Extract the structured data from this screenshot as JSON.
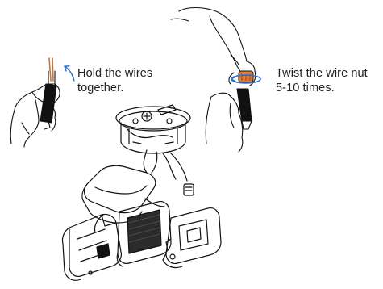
{
  "captions": {
    "hold": [
      "Hold the wires",
      "together."
    ],
    "twist": [
      "Twist the wire nut",
      "5-10 times."
    ]
  },
  "illustration": {
    "icons": [
      "hand-holding-wires-icon",
      "curved-arrow-icon",
      "hand-twisting-wire-nut-icon",
      "rotation-arrow-icon",
      "wire-nut-icon",
      "light-fixture-icon",
      "floodlight-head-icon",
      "motion-sensor-icon",
      "junction-box-icon"
    ]
  },
  "colors": {
    "line": "#111111",
    "copper_wire": "#c8743a",
    "wire_nut": "#e07b39",
    "accent_arrow": "#2a6fcf"
  }
}
